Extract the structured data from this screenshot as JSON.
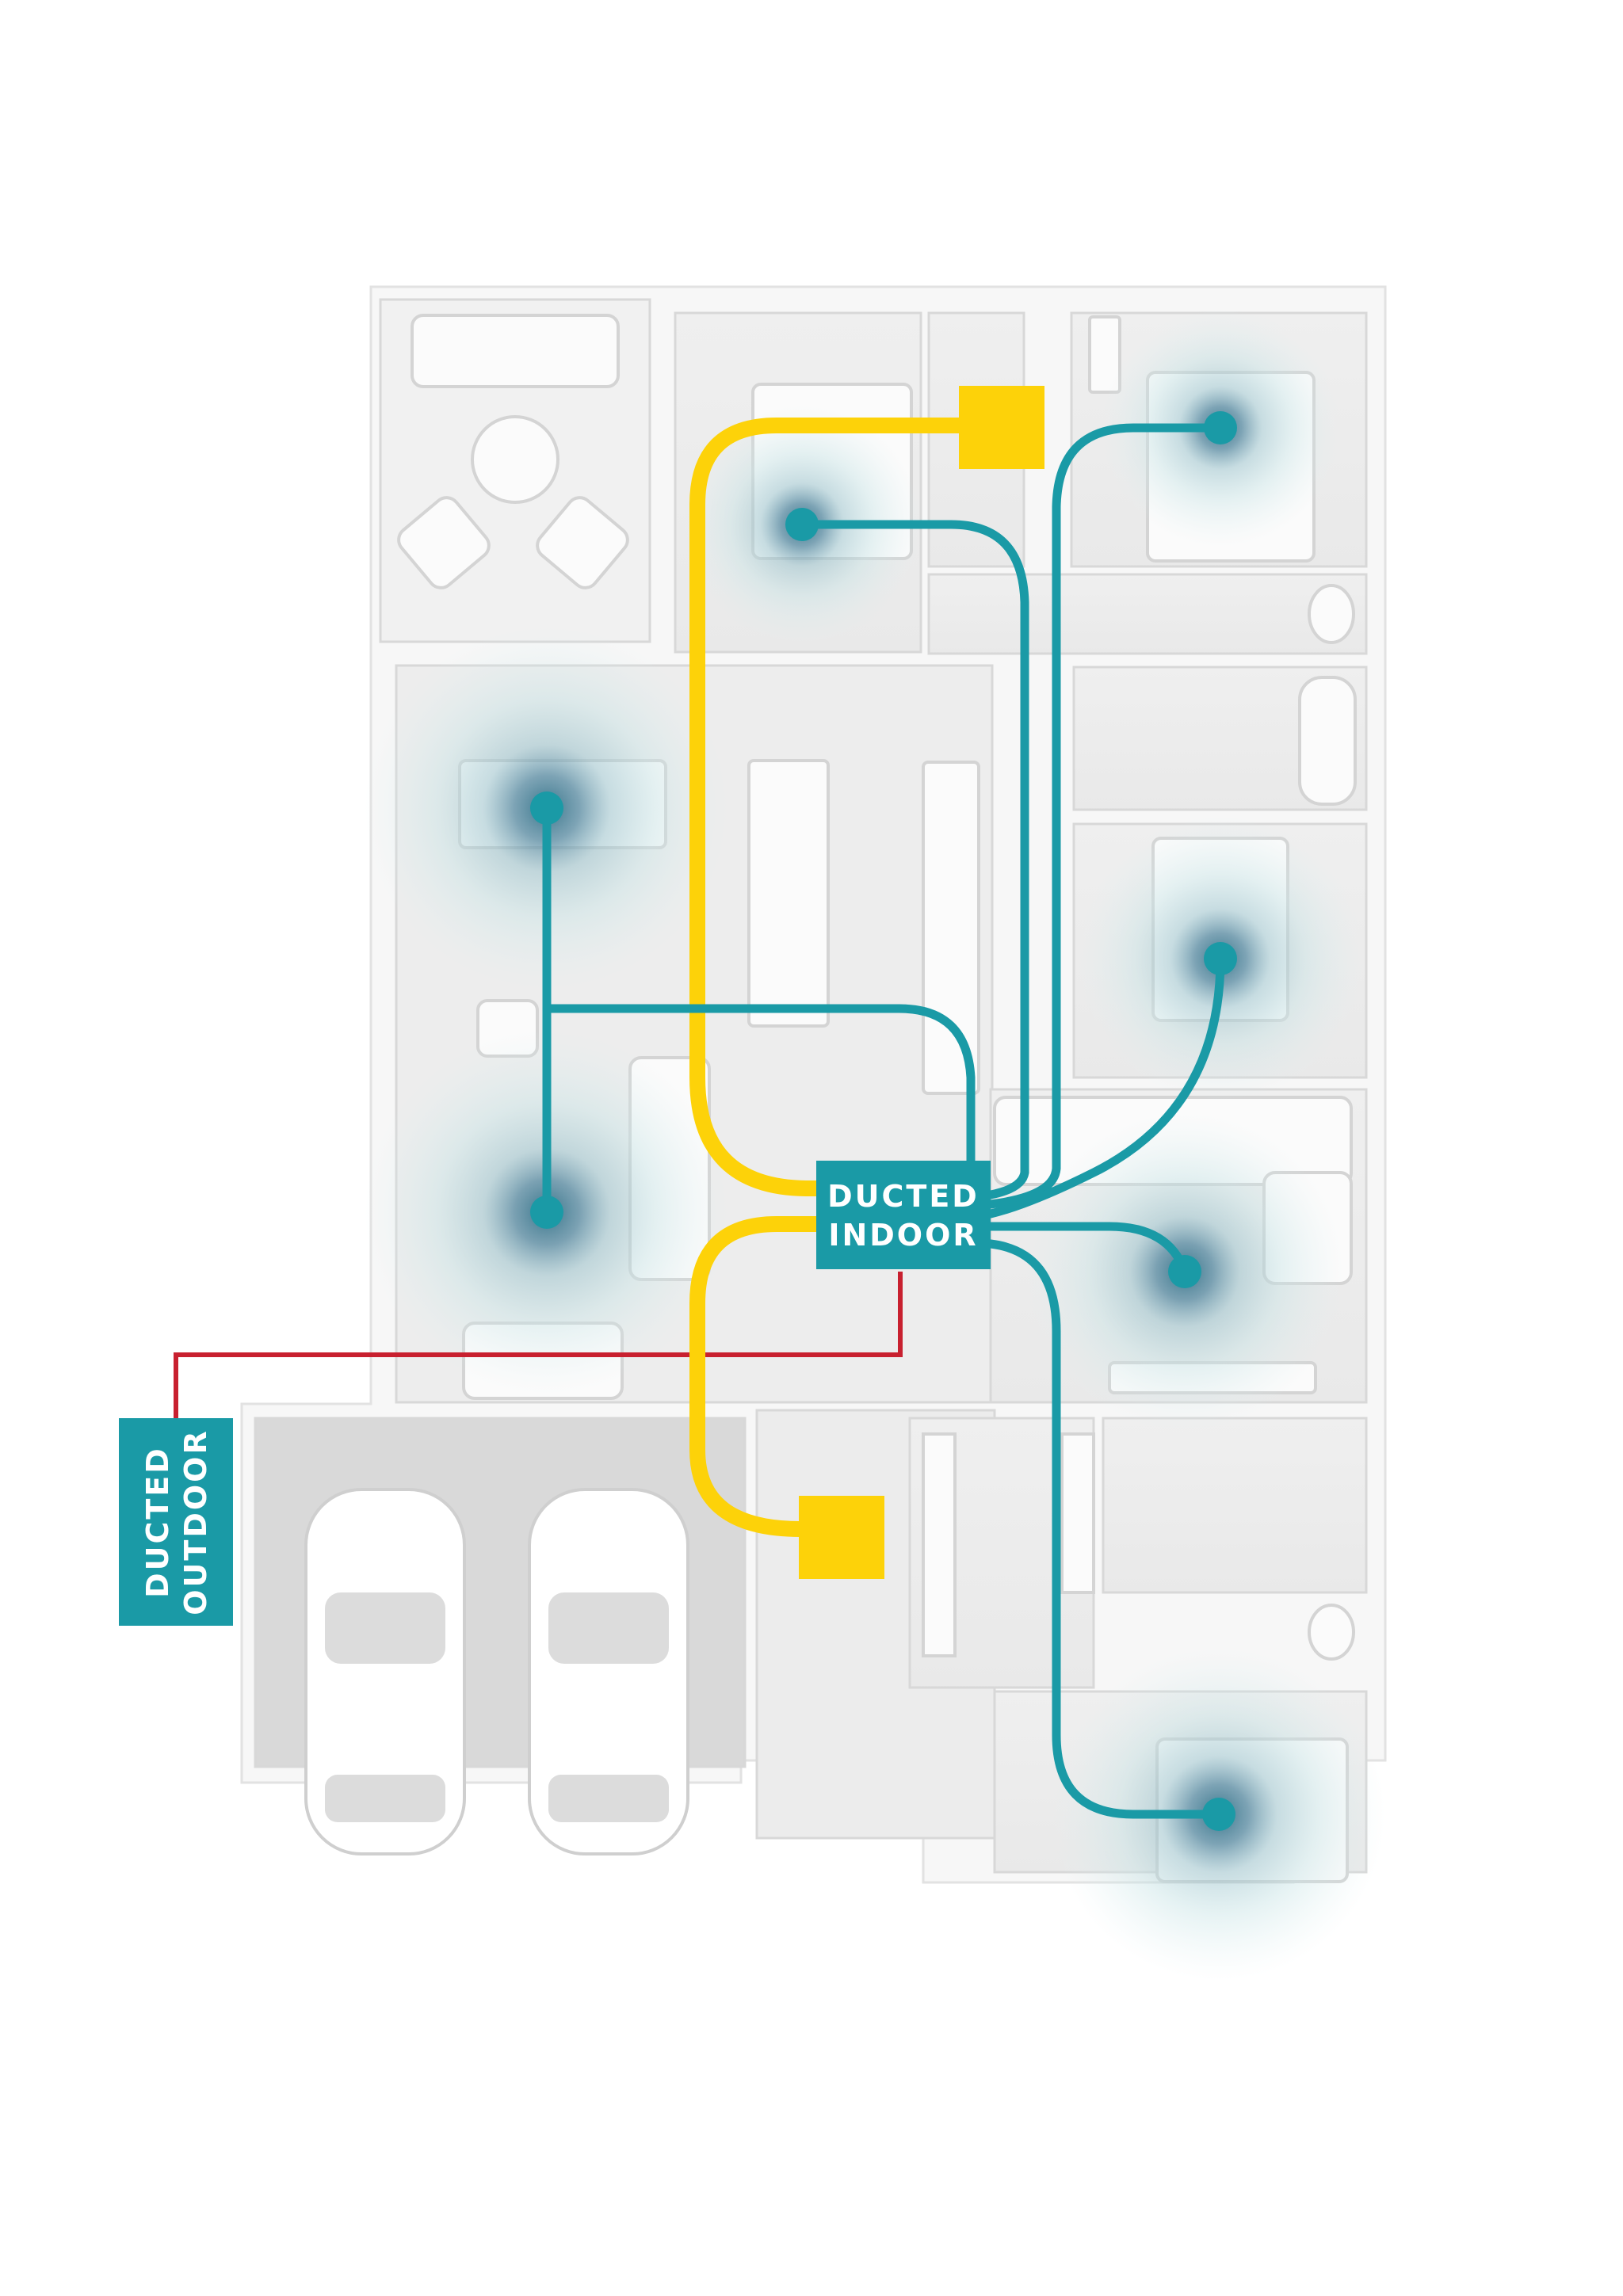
{
  "indoor_unit": {
    "line1": "DUCTED",
    "line2": "INDOOR"
  },
  "outdoor_unit": {
    "line1": "DUCTED",
    "line2": "OUTDOOR"
  },
  "colors": {
    "supply_duct": "#1a9aa6",
    "return_duct": "#fdd209",
    "refrigerant_line": "#c8202f",
    "unit_box": "#1a9aa6",
    "floor": "#efefef",
    "wall": "#fafafa",
    "coverage": "#cbe6e8"
  },
  "legend_icons": [
    "supply-outlet-icon",
    "return-air-grille-icon",
    "car-icon"
  ]
}
